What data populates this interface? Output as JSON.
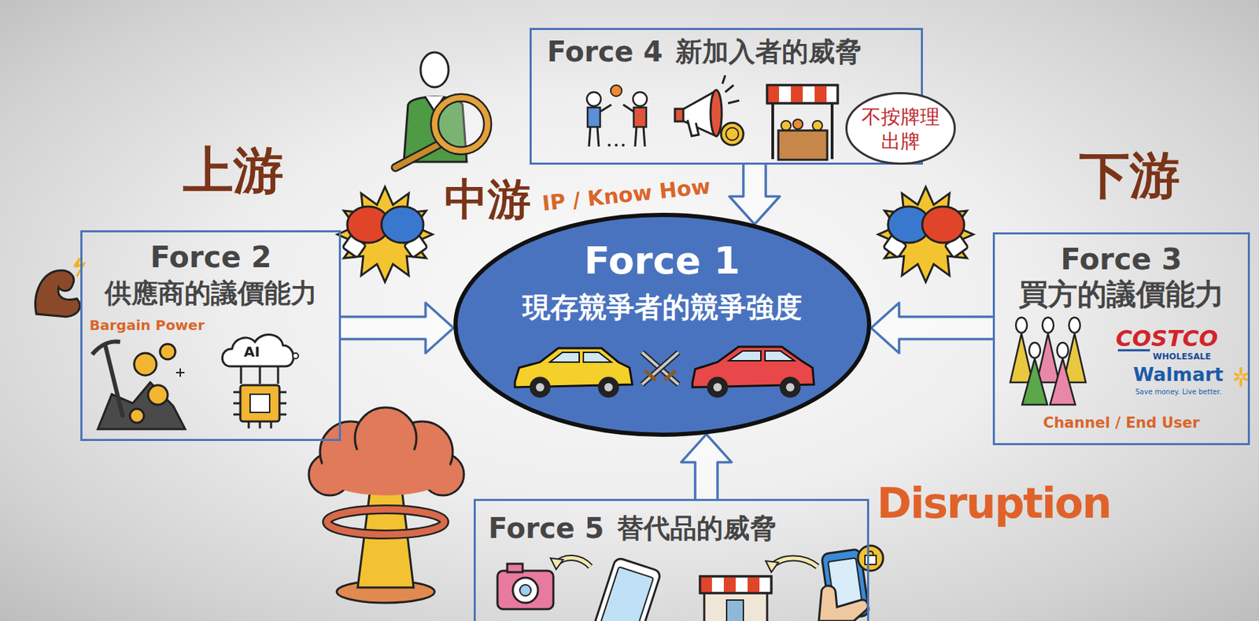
{
  "diagram": {
    "nodes": [
      {
        "text": [
          "Force 4",
          "新加入者的威脅"
        ]
      },
      {
        "text": [
          "不按牌理出牌"
        ]
      },
      {
        "text": [
          "Force 2",
          "供應商的議價能力",
          "Bargain Power"
        ]
      },
      {
        "text": [
          "Force 1",
          "現存競爭者的競爭強度"
        ]
      },
      {
        "text": [
          "Force 3",
          "買方的議價能力",
          "Channel / End User"
        ]
      },
      {
        "text": [
          "Force 5",
          "替代品的威脅"
        ]
      }
    ],
    "edges": [
      {
        "from": 0,
        "to": 3,
        "arrow": "to"
      },
      {
        "from": 2,
        "to": 3,
        "arrow": "to"
      },
      {
        "from": 4,
        "to": 3,
        "arrow": "to"
      },
      {
        "from": 5,
        "to": 3,
        "arrow": "to"
      }
    ],
    "labels": [
      "上游",
      "中游",
      "IP / Know How",
      "下游",
      "AI",
      "COSTCO",
      "WHOLESALE",
      "Walmart",
      "Save money. Live better.",
      "Disruption"
    ]
  }
}
